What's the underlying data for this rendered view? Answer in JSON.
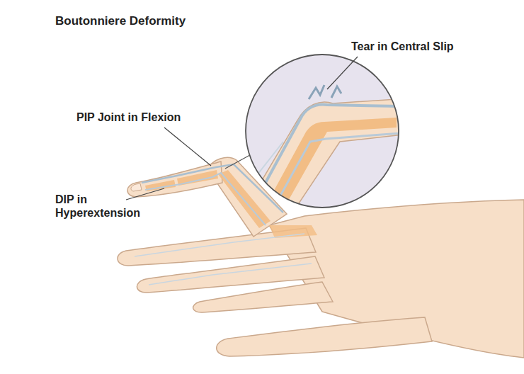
{
  "diagram": {
    "title": "Boutonniere Deformity",
    "labels": [
      "Tear in Central Slip",
      "PIP Joint in Flexion",
      "DIP in Hyperextension"
    ]
  }
}
